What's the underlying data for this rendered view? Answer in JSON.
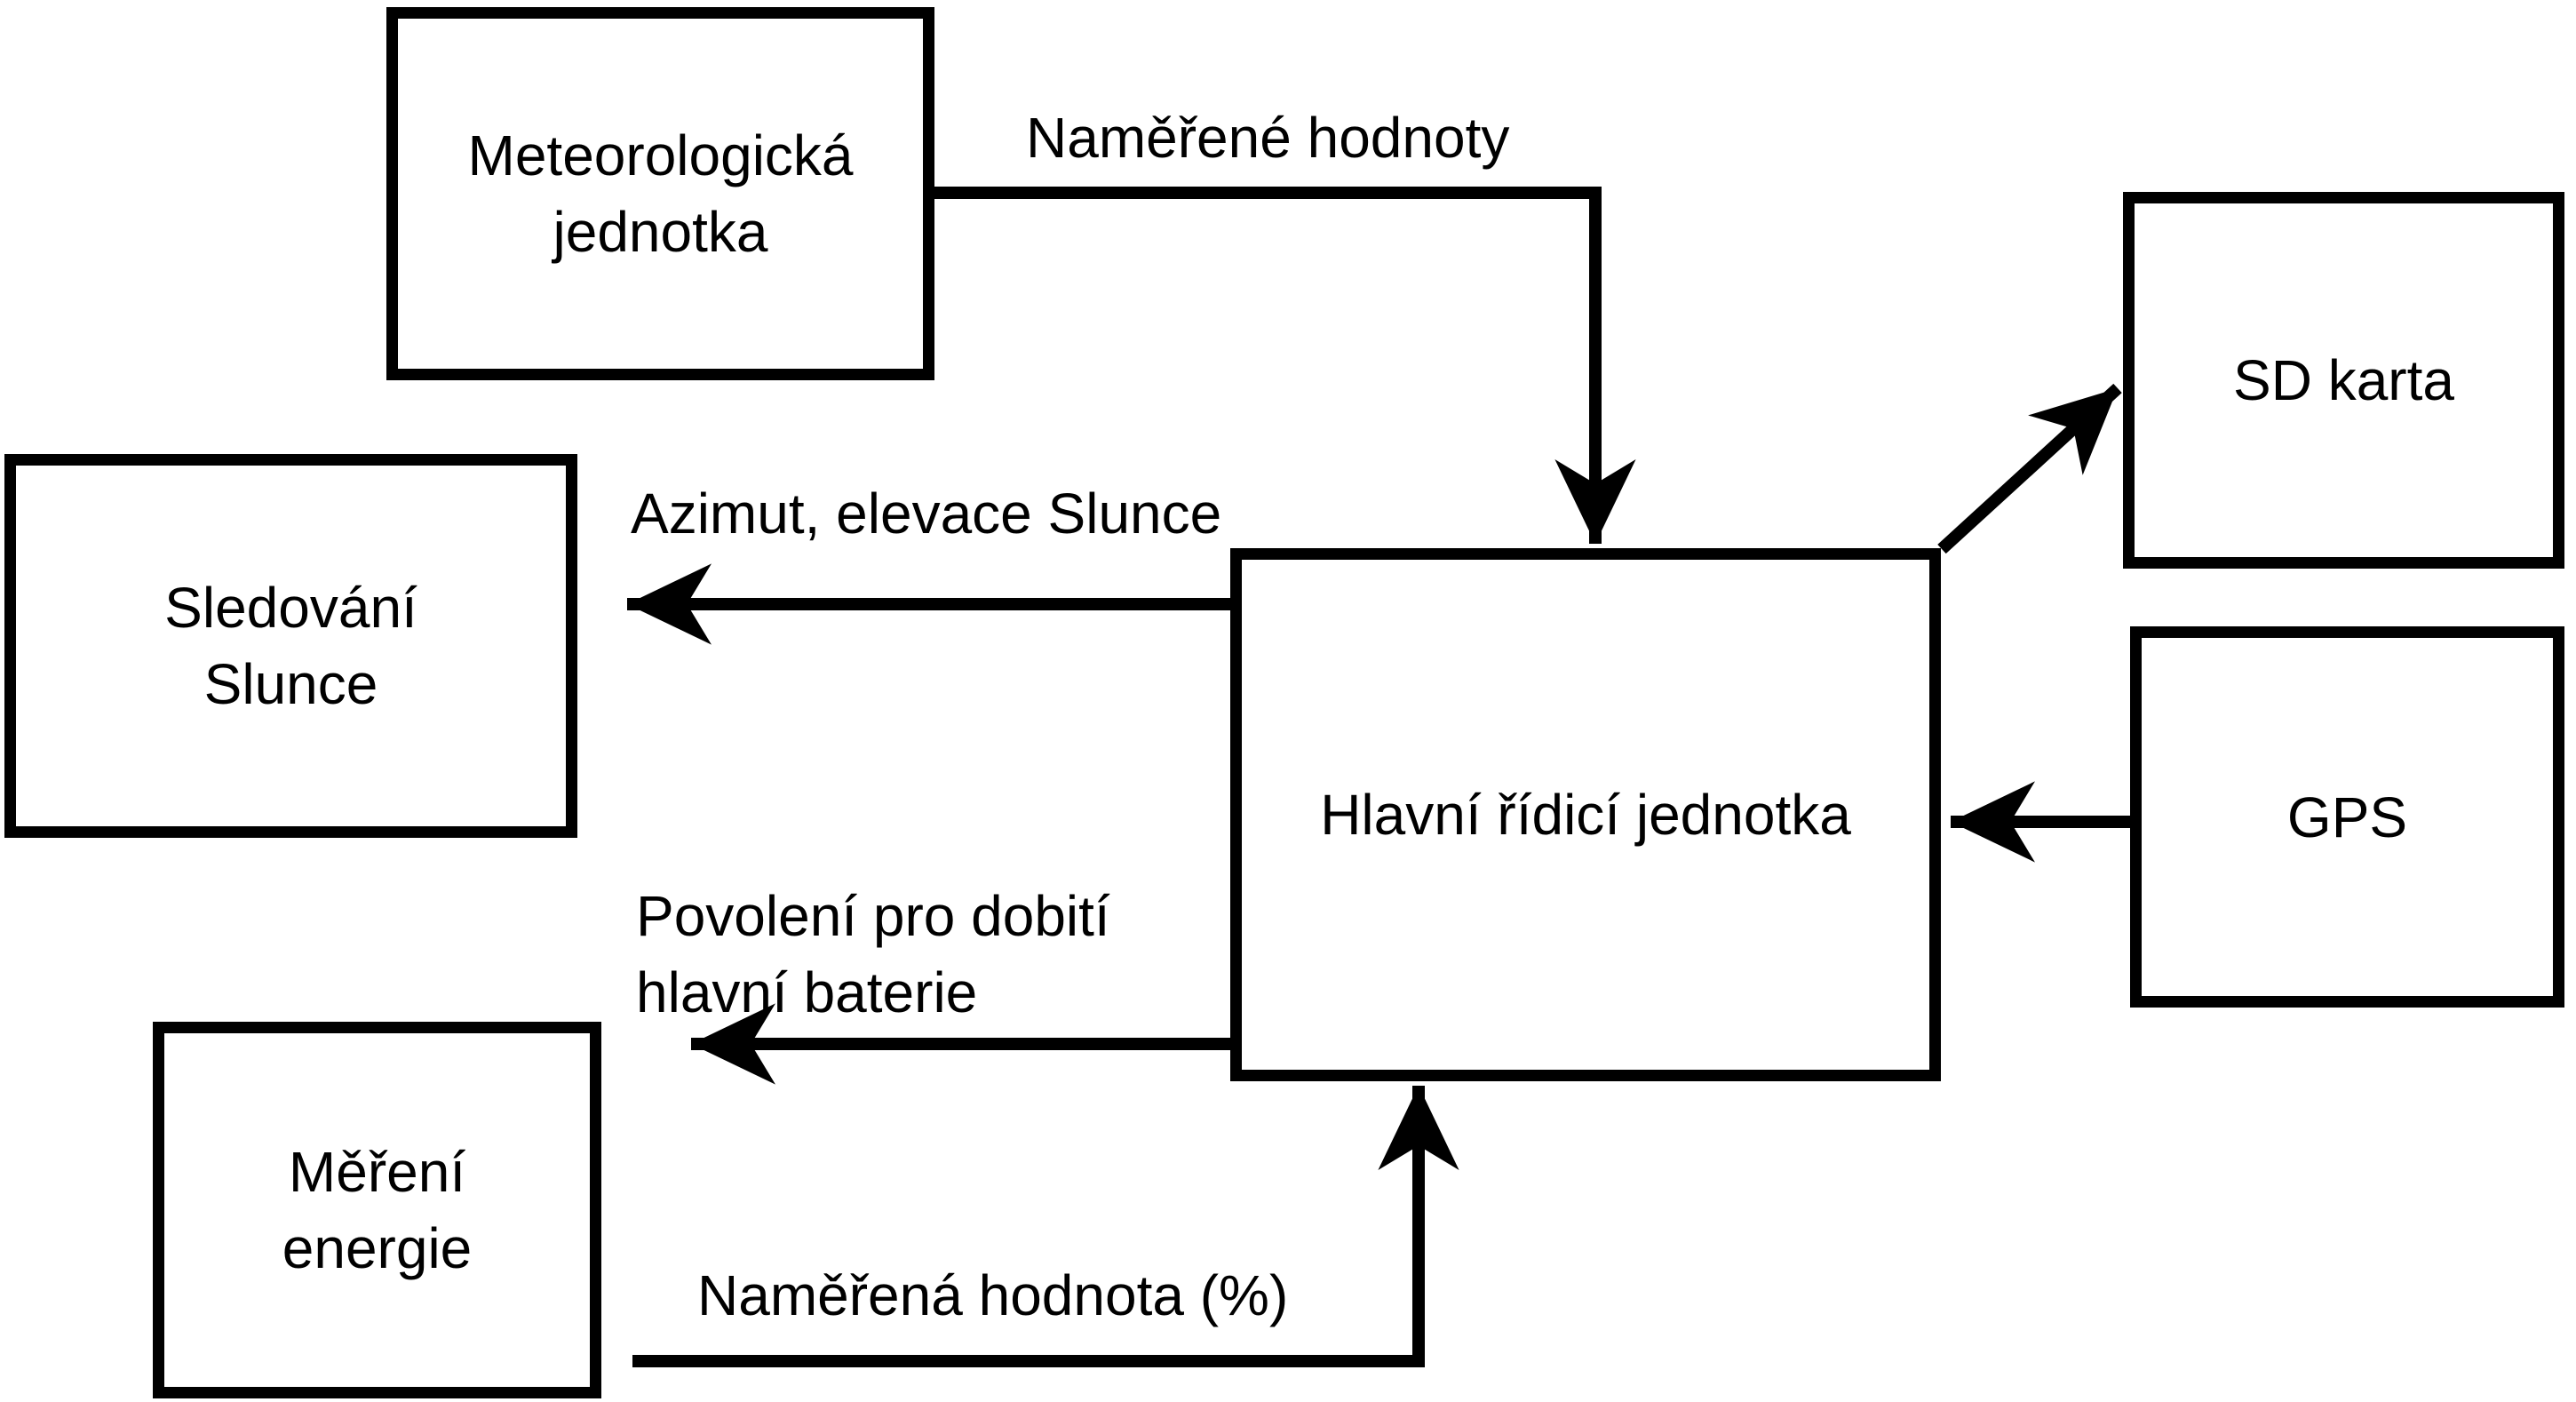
{
  "diagram": {
    "description": "Block diagram of a solar tracking / data-logging system",
    "colors": {
      "stroke": "#000000",
      "background": "#ffffff"
    }
  },
  "boxes": {
    "meteo": {
      "line1": "Meteorologická",
      "line2": "jednotka"
    },
    "sledovani": {
      "line1": "Sledování",
      "line2": "Slunce"
    },
    "main": {
      "label": "Hlavní řídicí jednotka"
    },
    "sd": {
      "label": "SD karta"
    },
    "gps": {
      "label": "GPS"
    },
    "mereni": {
      "line1": "Měření",
      "line2": "energie"
    }
  },
  "edges": {
    "measured_values_label": "Naměřené hodnoty",
    "azimuth_elevation_label": "Azimut, elevace Slunce",
    "charge_permission_line1": "Povolení pro dobití",
    "charge_permission_line2": "hlavní baterie",
    "measured_value_pct_label": "Naměřená hodnota (%)"
  }
}
